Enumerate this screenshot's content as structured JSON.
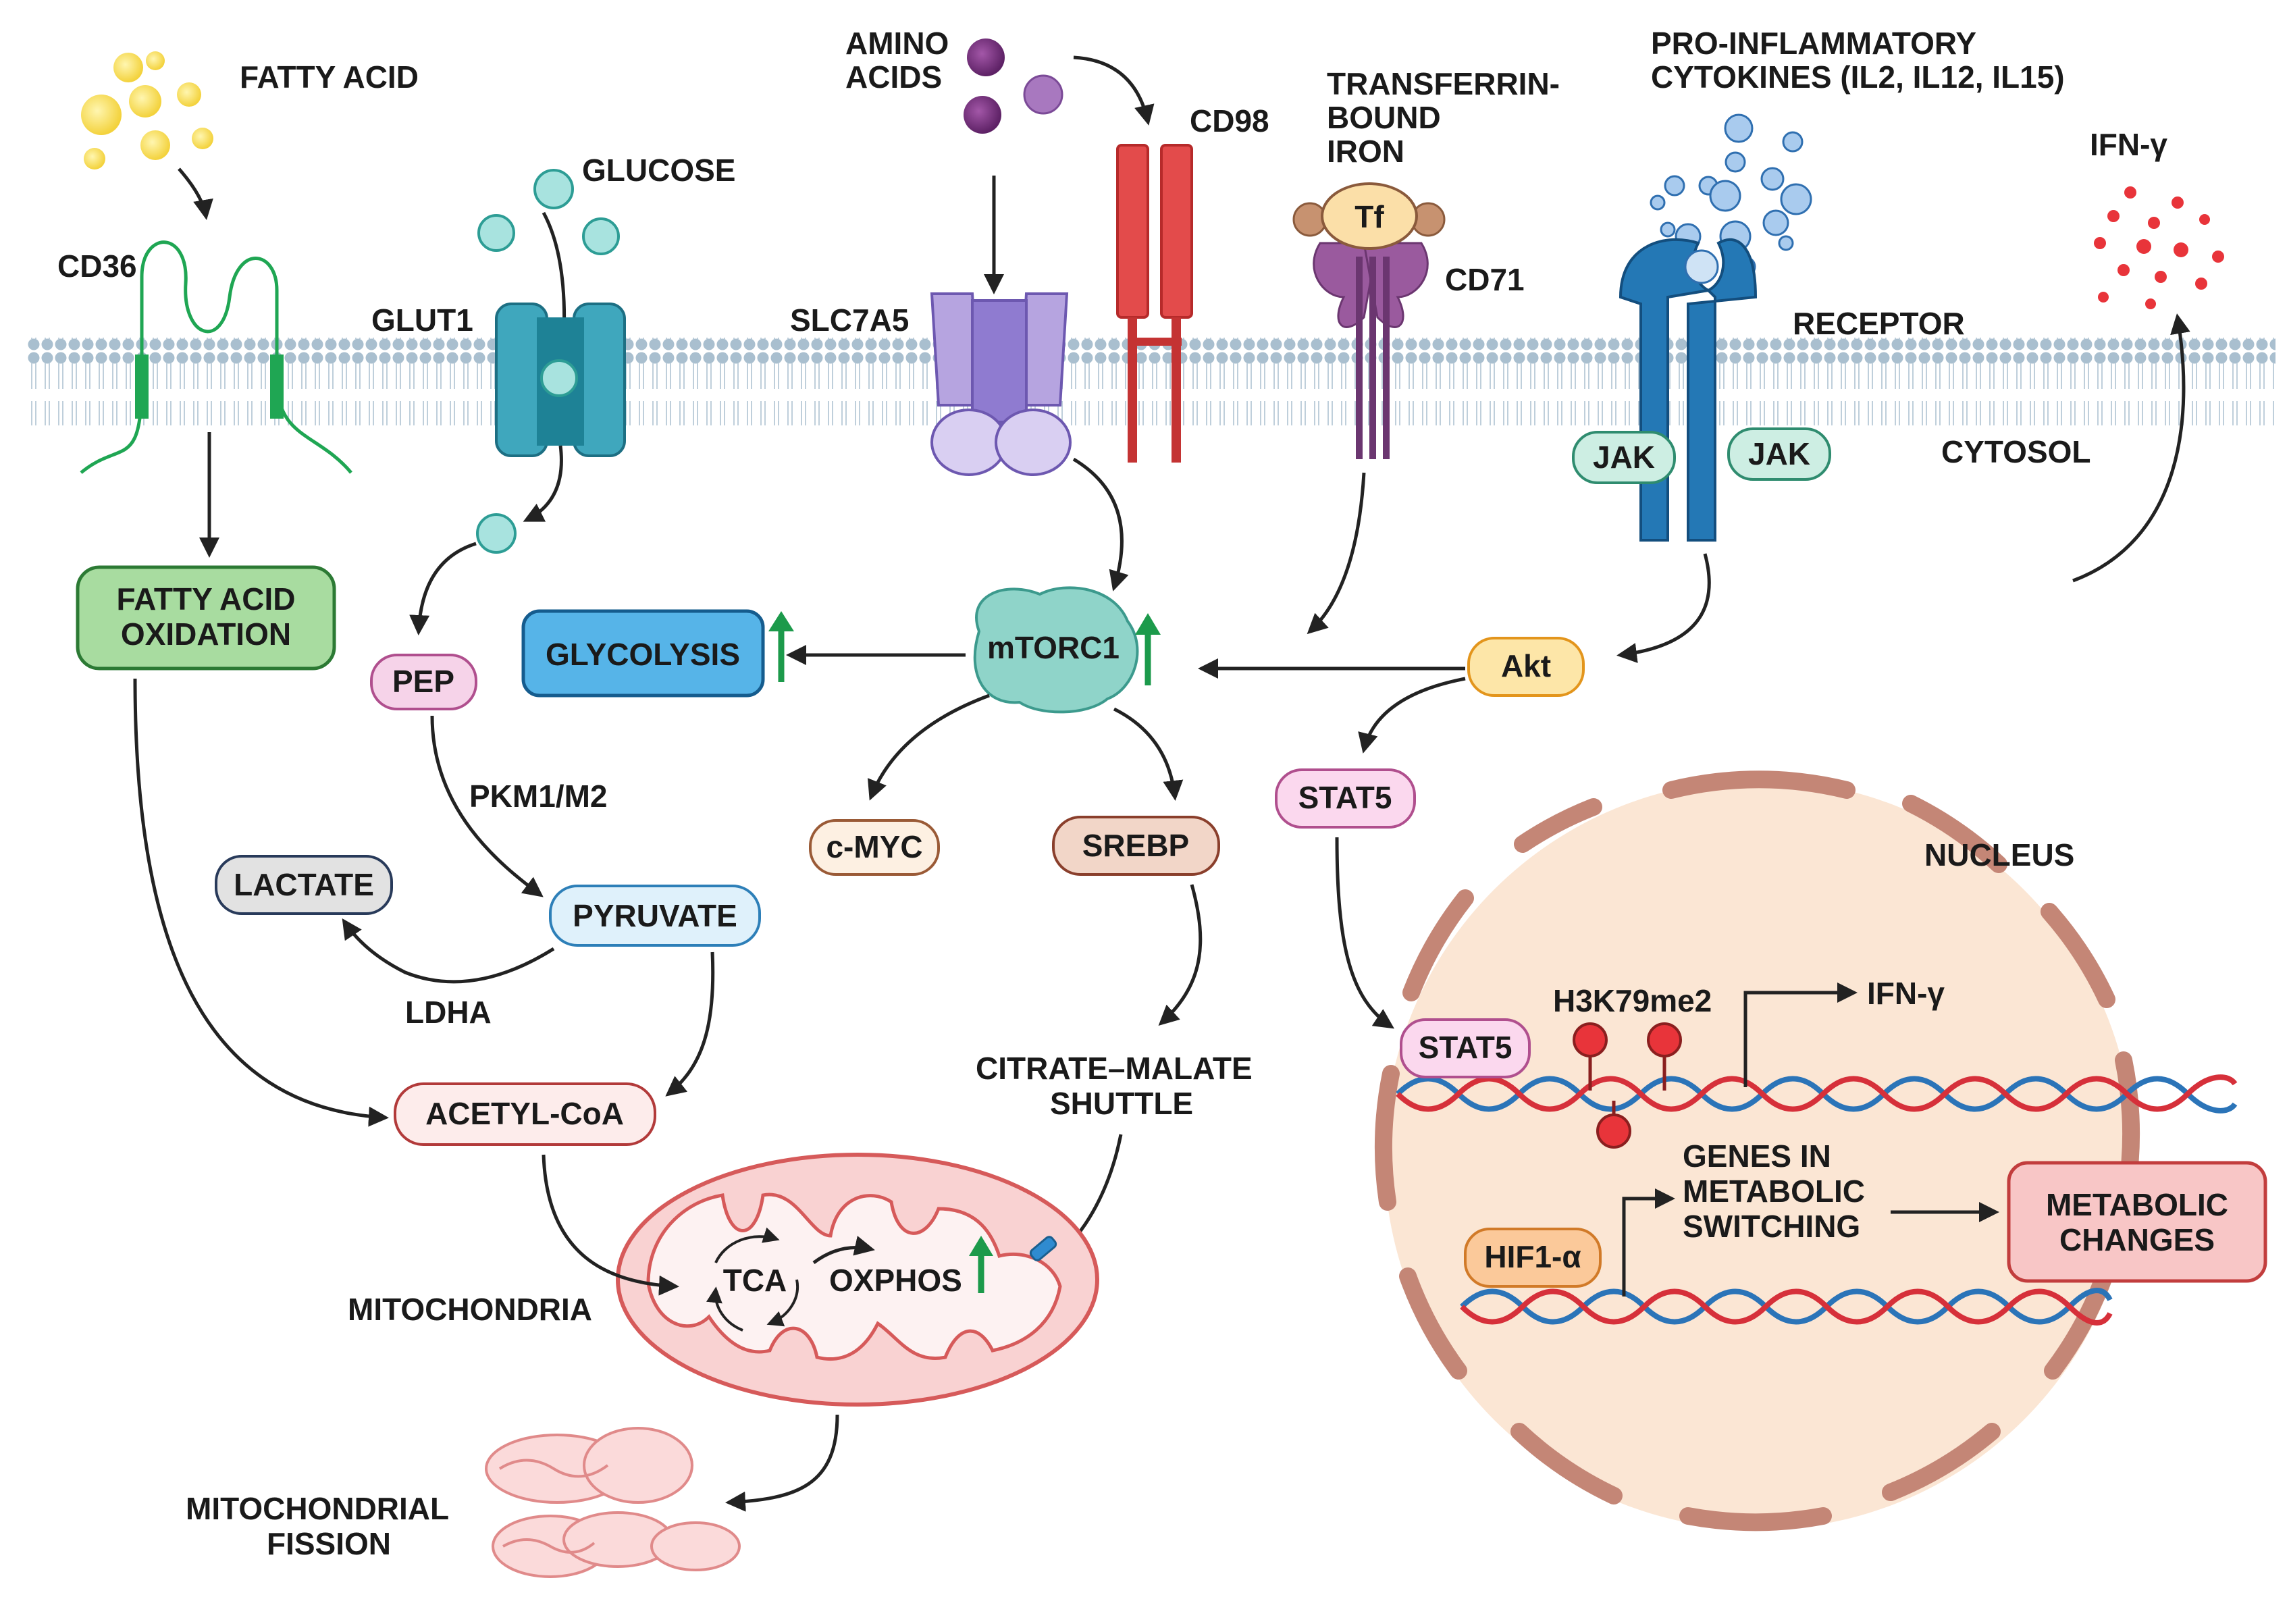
{
  "labels": {
    "fatty_acid": "FATTY ACID",
    "glucose": "GLUCOSE",
    "amino_acids_1": "AMINO",
    "amino_acids_2": "ACIDS",
    "cd98": "CD98",
    "transferrin_1": "TRANSFERRIN-",
    "transferrin_2": "BOUND",
    "transferrin_3": "IRON",
    "cytokines_1": "PRO-INFLAMMATORY",
    "cytokines_2": "CYTOKINES (IL2, IL12, IL15)",
    "ifng_top": "IFN-γ",
    "cd36": "CD36",
    "glut1": "GLUT1",
    "slc7a5": "SLC7A5",
    "tf": "Tf",
    "cd71": "CD71",
    "receptor": "RECEPTOR",
    "jak_left": "JAK",
    "jak_right": "JAK",
    "cytosol": "CYTOSOL",
    "fao_1": "FATTY ACID",
    "fao_2": "OXIDATION",
    "pep": "PEP",
    "glycolysis": "GLYCOLYSIS",
    "mtorc1": "mTORC1",
    "akt": "Akt",
    "pkm": "PKM1/M2",
    "cmyc": "c-MYC",
    "srebp": "SREBP",
    "stat5_cyto": "STAT5",
    "nucleus": "NUCLEUS",
    "lactate": "LACTATE",
    "pyruvate": "PYRUVATE",
    "ldha": "LDHA",
    "h3k79": "H3K79me2",
    "ifng_nuc": "IFN-γ",
    "stat5_nuc": "STAT5",
    "citrate_1": "CITRATE–MALATE",
    "citrate_2": "SHUTTLE",
    "acetyl": "ACETYL-CoA",
    "genes_1": "GENES IN",
    "genes_2": "METABOLIC",
    "genes_3": "SWITCHING",
    "metabolic_1": "METABOLIC",
    "metabolic_2": "CHANGES",
    "hif": "HIF1-α",
    "tca": "TCA",
    "oxphos": "OXPHOS",
    "mitochondria": "MITOCHONDRIA",
    "fission_1": "MITOCHONDRIAL",
    "fission_2": "FISSION"
  },
  "colors": {
    "membrane": "#a9bfcf",
    "arrow": "#222222",
    "up_arrow": "#1c9a4b",
    "fao_fill": "#a8dca0",
    "glycolysis_fill": "#56b4e8",
    "pep_fill": "#f6d3e9",
    "pyruvate_fill": "#dff1fb",
    "lactate_fill": "#e2e2e2",
    "acetyl_fill": "#fdeceb",
    "akt_fill": "#fde6a8",
    "stat5_fill": "#fbd8ee",
    "cmyc_fill": "#fdf0e2",
    "srebp_fill": "#f2d6c8",
    "hif_fill": "#fbc99a",
    "metabolic_fill": "#f8c6c6",
    "nucleus_fill": "#fbe6d4",
    "nucleus_rim": "#c48676",
    "mito_fill": "#f9d2d2",
    "mito_stroke": "#d65a5a"
  }
}
